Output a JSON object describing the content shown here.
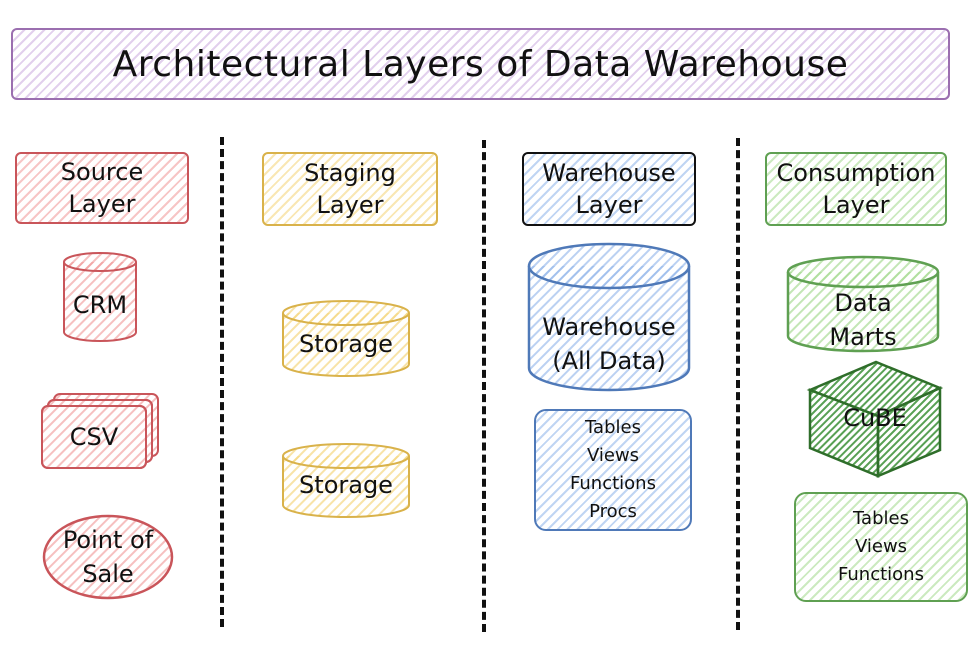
{
  "title": "Architectural Layers of Data Warehouse",
  "colors": {
    "title_border": "#9b6fb0",
    "source": "#c9555a",
    "staging": "#d9b24a",
    "warehouse": "#4f79b8",
    "warehouse_header_border": "#111111",
    "consumption": "#5fa052"
  },
  "layers": {
    "source": {
      "label_line1": "Source",
      "label_line2": "Layer",
      "items": {
        "crm": "CRM",
        "csv": "CSV",
        "pos_line1": "Point of",
        "pos_line2": "Sale"
      }
    },
    "staging": {
      "label_line1": "Staging",
      "label_line2": "Layer",
      "items": {
        "storage1": "Storage",
        "storage2": "Storage"
      }
    },
    "warehouse": {
      "label_line1": "Warehouse",
      "label_line2": "Layer",
      "db_line1": "Warehouse",
      "db_line2": "(All Data)",
      "objects": [
        "Tables",
        "Views",
        "Functions",
        "Procs"
      ]
    },
    "consumption": {
      "label_line1": "Consumption",
      "label_line2": "Layer",
      "marts_line1": "Data",
      "marts_line2": "Marts",
      "cube": "CuBE",
      "objects": [
        "Tables",
        "Views",
        "Functions"
      ]
    }
  }
}
